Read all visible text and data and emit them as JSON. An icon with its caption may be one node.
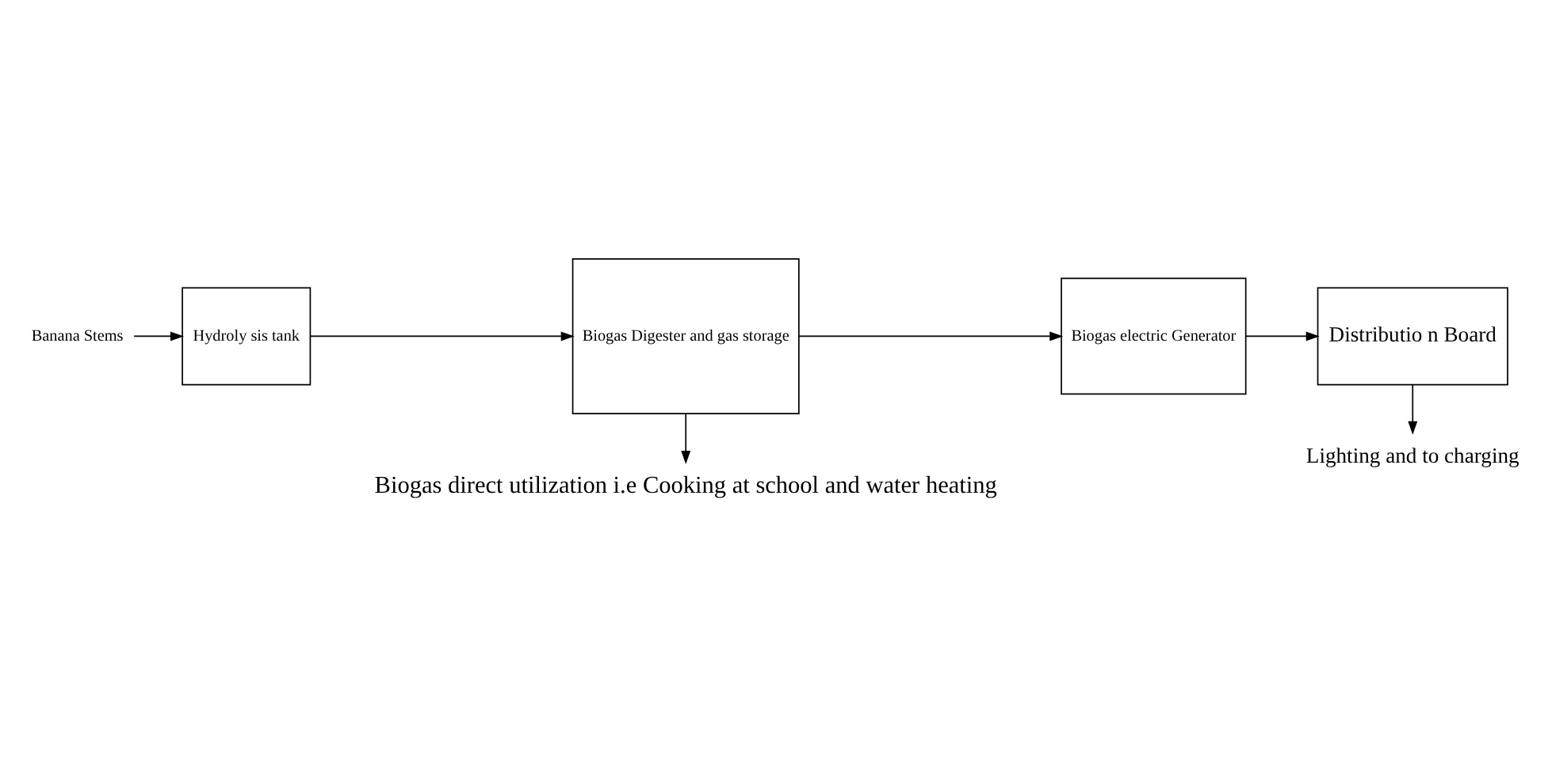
{
  "diagram": {
    "nodes": [
      {
        "text": [
          "Banana Stems"
        ]
      },
      {
        "text": [
          "Hydroly sis tank"
        ]
      },
      {
        "text": [
          "Biogas Digester and gas storage"
        ]
      },
      {
        "text": [
          "Biogas electric Generator"
        ]
      },
      {
        "text": [
          "Distributio n Board"
        ]
      },
      {
        "text": [
          "Biogas direct utilization i.e Cooking at school and water heating"
        ]
      },
      {
        "text": [
          "Lighting and to charging"
        ]
      }
    ],
    "edges": [
      {
        "from": 0,
        "to": 1,
        "arrow": "to"
      },
      {
        "from": 1,
        "to": 2,
        "arrow": "to"
      },
      {
        "from": 2,
        "to": 3,
        "arrow": "to"
      },
      {
        "from": 3,
        "to": 4,
        "arrow": "to"
      },
      {
        "from": 2,
        "to": 5,
        "arrow": "to"
      },
      {
        "from": 4,
        "to": 6,
        "arrow": "to"
      }
    ]
  }
}
